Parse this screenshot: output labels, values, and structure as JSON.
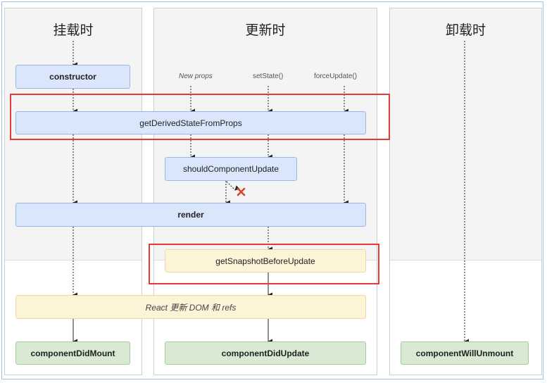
{
  "columns": {
    "mount": {
      "title": "挂载时"
    },
    "update": {
      "title": "更新时"
    },
    "unmount": {
      "title": "卸载时"
    }
  },
  "triggers": {
    "new_props": "New props",
    "set_state": "setState()",
    "force_update": "forceUpdate()"
  },
  "nodes": {
    "constructor": "constructor",
    "get_derived_state": "getDerivedStateFromProps",
    "should_update": "shouldComponentUpdate",
    "render": "render",
    "snapshot": "getSnapshotBeforeUpdate",
    "dom_refs": "React 更新 DOM 和 refs",
    "did_mount": "componentDidMount",
    "did_update": "componentDidUpdate",
    "will_unmount": "componentWillUnmount"
  },
  "colors": {
    "highlight": "#e53a3a",
    "blue_box": "#d9e6fb",
    "yellow_box": "#fdf3d6",
    "green_box": "#d8e9d4",
    "cancel_mark": "#d9422b"
  }
}
